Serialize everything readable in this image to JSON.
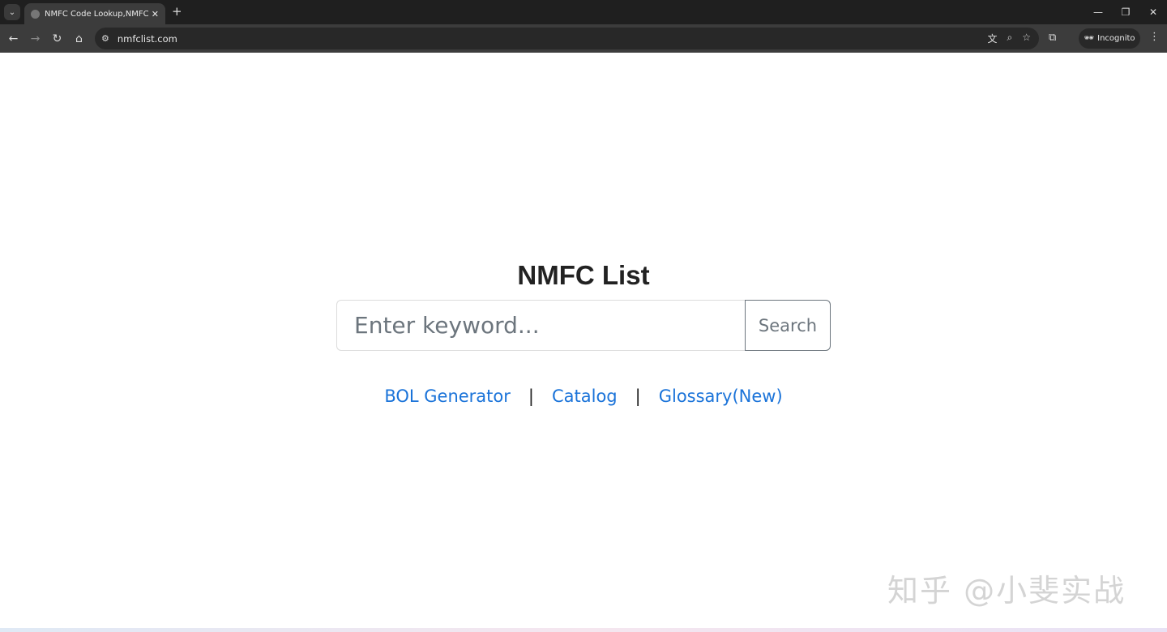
{
  "browser": {
    "tab_title": "NMFC Code Lookup,NMFC N",
    "url": "nmfclist.com",
    "incognito_label": "Incognito"
  },
  "page": {
    "title": "NMFC List",
    "search": {
      "placeholder": "Enter keyword...",
      "value": "",
      "button_label": "Search"
    },
    "links": [
      {
        "label": "BOL Generator"
      },
      {
        "label": "Catalog"
      },
      {
        "label": "Glossary(New)"
      }
    ],
    "separator": "|",
    "link_color": "#1a73d9"
  },
  "watermark": "知乎 @小斐实战"
}
